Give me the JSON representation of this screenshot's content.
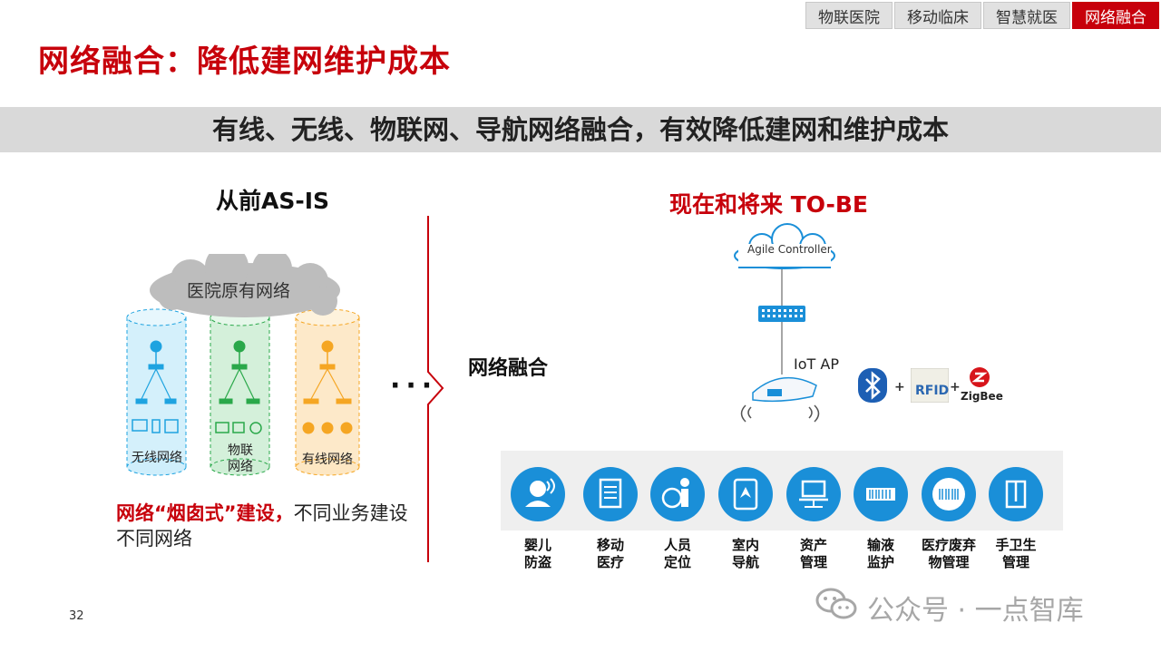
{
  "tabs": [
    {
      "label": "物联医院"
    },
    {
      "label": "移动临床"
    },
    {
      "label": "智慧就医"
    },
    {
      "label": "网络融合"
    }
  ],
  "title": "网络融合：降低建网维护成本",
  "banner": "有线、无线、物联网、导航网络融合，有效降低建网和维护成本",
  "asis": {
    "heading": "从前AS-IS",
    "cloud": "医院原有网络",
    "cylinders": [
      {
        "label": "无线网络",
        "color": "#1ea3e0"
      },
      {
        "label": "物联\n网络",
        "color": "#2aa84a"
      },
      {
        "label": "有线网络",
        "color": "#f5a623"
      }
    ],
    "ellipsis": "···",
    "caption_red": "网络“烟囱式”建设，",
    "caption_rest": "不同业务建设不同网络"
  },
  "middle": {
    "label": "网络融合"
  },
  "tobe": {
    "heading": "现在和将来 TO-BE",
    "controller": "Agile Controller",
    "ap": "IoT AP",
    "rfid": "RFID",
    "zigbee": "ZigBee",
    "plus": "+"
  },
  "apps": [
    {
      "label": "婴儿\n防盗",
      "icon": "baby-icon"
    },
    {
      "label": "移动\n医疗",
      "icon": "document-icon"
    },
    {
      "label": "人员\n定位",
      "icon": "person-location-icon"
    },
    {
      "label": "室内\n导航",
      "icon": "tablet-navigation-icon"
    },
    {
      "label": "资产\n管理",
      "icon": "laptop-network-icon"
    },
    {
      "label": "输液\n监护",
      "icon": "infusion-icon"
    },
    {
      "label": "医疗废弃\n物管理",
      "icon": "barcode-icon"
    },
    {
      "label": "手卫生\n管理",
      "icon": "hand-hygiene-icon"
    }
  ],
  "page_number": "32",
  "watermark": "公众号 · 一点智库",
  "colors": {
    "accent": "#c7000b",
    "icon_blue": "#1a8fd8"
  }
}
